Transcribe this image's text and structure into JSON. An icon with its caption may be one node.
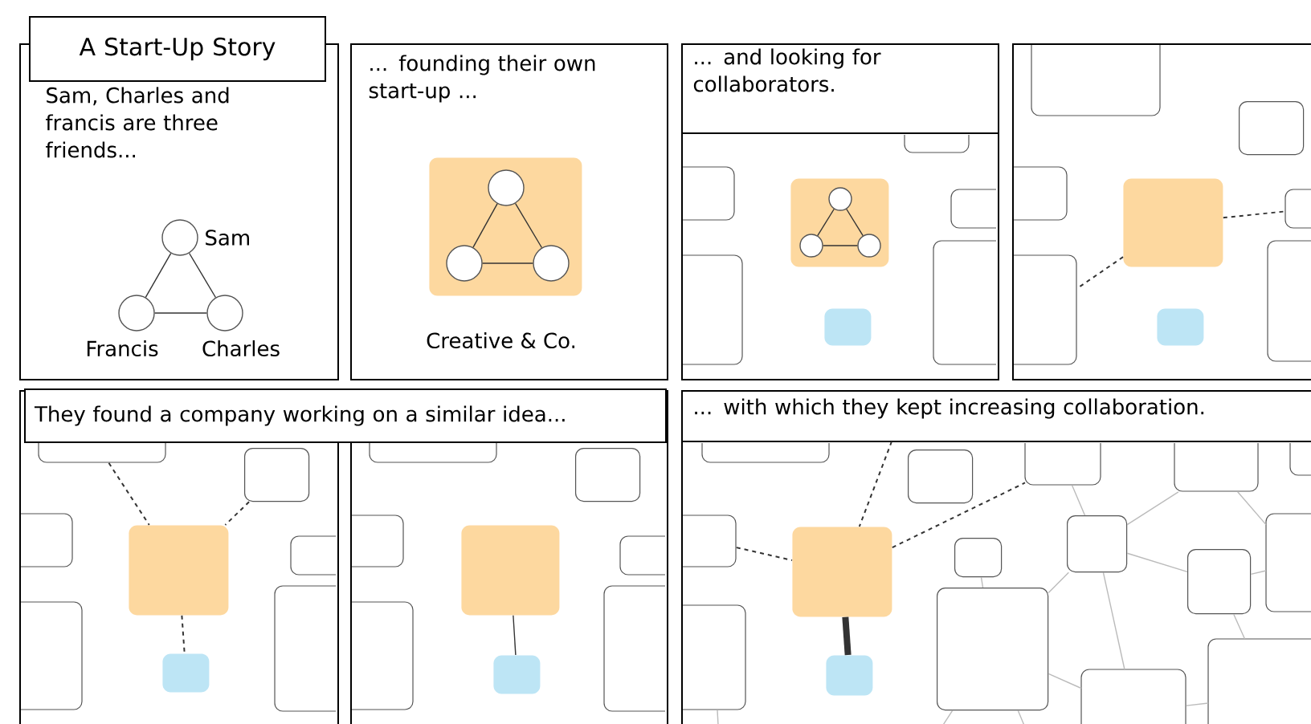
{
  "diagram": {
    "nodes": [
      {
        "text": [
          "A Start-Up Story"
        ]
      },
      {
        "text": [
          "Sam, Charles and francis are three friends..."
        ]
      },
      {
        "text": [],
        "shape": "circle",
        "in": 1,
        "beside": [
          "Sam"
        ]
      },
      {
        "text": [],
        "shape": "circle",
        "in": 1,
        "beside": [
          "Francis"
        ]
      },
      {
        "text": [],
        "shape": "circle",
        "in": 1,
        "beside": [
          "Charles"
        ]
      },
      {
        "text": [
          "... founding their own start-up ..."
        ]
      },
      {
        "text": [],
        "shape": "box",
        "in": 5,
        "beside": [
          "Creative & Co."
        ]
      },
      {
        "text": [],
        "shape": "circle",
        "in": 6
      },
      {
        "text": [],
        "shape": "circle",
        "in": 6
      },
      {
        "text": [],
        "shape": "circle",
        "in": 6
      },
      {
        "text": [
          "... and looking for collaborators."
        ]
      },
      {
        "text": [],
        "shape": "box",
        "in": 10
      },
      {
        "text": [],
        "shape": "box",
        "in": 10
      },
      {
        "text": [],
        "shape": "box",
        "in": 10
      },
      {
        "text": [],
        "shape": "box",
        "in": 10
      },
      {
        "text": [],
        "shape": "circle",
        "in": 14
      },
      {
        "text": [],
        "shape": "circle",
        "in": 14
      },
      {
        "text": [],
        "shape": "circle",
        "in": 14
      },
      {
        "text": [],
        "shape": "box",
        "in": 10
      },
      {
        "text": [],
        "shape": "box",
        "in": 10
      },
      {
        "text": [],
        "shape": "box",
        "in": 10
      },
      {
        "text": [],
        "shape": "box"
      },
      {
        "text": [],
        "shape": "box",
        "in": 21
      },
      {
        "text": [],
        "shape": "box",
        "in": 21
      },
      {
        "text": [],
        "shape": "box",
        "in": 21
      },
      {
        "text": [],
        "shape": "box",
        "in": 21
      },
      {
        "text": [],
        "shape": "box",
        "in": 21
      },
      {
        "text": [],
        "shape": "box",
        "in": 21
      },
      {
        "text": [],
        "shape": "box",
        "in": 21
      },
      {
        "text": [],
        "shape": "box",
        "in": 21
      },
      {
        "text": [
          "They found a company working on a similar idea..."
        ]
      },
      {
        "text": [],
        "shape": "box"
      },
      {
        "text": [],
        "shape": "box",
        "in": 31
      },
      {
        "text": [],
        "shape": "box",
        "in": 31
      },
      {
        "text": [],
        "shape": "box",
        "in": 31
      },
      {
        "text": [],
        "shape": "box",
        "in": 31
      },
      {
        "text": [],
        "shape": "box",
        "in": 31
      },
      {
        "text": [],
        "shape": "box",
        "in": 31
      },
      {
        "text": [],
        "shape": "box",
        "in": 31
      },
      {
        "text": [],
        "shape": "box",
        "in": 31
      },
      {
        "text": [],
        "shape": "box"
      },
      {
        "text": [],
        "shape": "box",
        "in": 40
      },
      {
        "text": [],
        "shape": "box",
        "in": 40
      },
      {
        "text": [],
        "shape": "box",
        "in": 40
      },
      {
        "text": [],
        "shape": "box",
        "in": 40
      },
      {
        "text": [],
        "shape": "box",
        "in": 40
      },
      {
        "text": [],
        "shape": "box",
        "in": 40
      },
      {
        "text": [],
        "shape": "box",
        "in": 40
      },
      {
        "text": [],
        "shape": "box",
        "in": 40
      },
      {
        "text": [
          "... with which they kept increasing collaboration."
        ]
      },
      {
        "text": [],
        "shape": "box",
        "in": 49
      },
      {
        "text": [],
        "shape": "box",
        "in": 49
      },
      {
        "text": [],
        "shape": "box",
        "in": 49
      },
      {
        "text": [],
        "shape": "box",
        "in": 49
      },
      {
        "text": [],
        "shape": "box",
        "in": 49
      },
      {
        "text": [],
        "shape": "box",
        "in": 49
      },
      {
        "text": [],
        "shape": "box",
        "in": 49
      },
      {
        "text": [],
        "shape": "box",
        "in": 49
      },
      {
        "text": [],
        "shape": "box",
        "in": 49
      },
      {
        "text": [],
        "shape": "box",
        "in": 49
      },
      {
        "text": [],
        "shape": "box",
        "in": 49
      },
      {
        "text": [],
        "shape": "box",
        "in": 49
      },
      {
        "text": [],
        "shape": "box",
        "in": 49
      },
      {
        "text": [],
        "shape": "box",
        "in": 49
      },
      {
        "text": [],
        "shape": "box",
        "in": 49
      },
      {
        "text": [],
        "shape": "box",
        "in": 49
      }
    ],
    "edges": [
      {
        "from": 2,
        "to": 3,
        "arrow": "none"
      },
      {
        "from": 2,
        "to": 4,
        "arrow": "none"
      },
      {
        "from": 3,
        "to": 4,
        "arrow": "none"
      },
      {
        "from": 7,
        "to": 8,
        "arrow": "none"
      },
      {
        "from": 7,
        "to": 9,
        "arrow": "none"
      },
      {
        "from": 8,
        "to": 9,
        "arrow": "none"
      },
      {
        "from": 15,
        "to": 16,
        "arrow": "none"
      },
      {
        "from": 15,
        "to": 17,
        "arrow": "none"
      },
      {
        "from": 16,
        "to": 17,
        "arrow": "none"
      },
      {
        "from": 26,
        "to": 25,
        "arrow": "none",
        "style": "dashed"
      },
      {
        "from": 26,
        "to": 28,
        "arrow": "none",
        "style": "dashed"
      },
      {
        "from": 32,
        "to": 36,
        "arrow": "none",
        "style": "dashed"
      },
      {
        "from": 33,
        "to": 36,
        "arrow": "none",
        "style": "dashed"
      },
      {
        "from": 36,
        "to": 39,
        "arrow": "none",
        "style": "dashed"
      },
      {
        "from": 45,
        "to": 48,
        "arrow": "none"
      },
      {
        "from": null,
        "to": 56,
        "arrow": "none",
        "style": "dashed"
      },
      {
        "from": 56,
        "to": 52,
        "arrow": "none",
        "style": "dashed"
      },
      {
        "from": 55,
        "to": 56,
        "arrow": "none",
        "style": "dashed"
      },
      {
        "from": 56,
        "to": 62,
        "arrow": "none",
        "style": "thick"
      },
      {
        "from": 52,
        "to": 58,
        "arrow": "none",
        "color": "#bbbbbb"
      },
      {
        "from": 53,
        "to": 58,
        "arrow": "none",
        "color": "#bbbbbb"
      },
      {
        "from": 53,
        "to": 60,
        "arrow": "none",
        "color": "#bbbbbb"
      },
      {
        "from": 58,
        "to": 59,
        "arrow": "none",
        "color": "#bbbbbb"
      },
      {
        "from": 58,
        "to": 61,
        "arrow": "none",
        "color": "#bbbbbb"
      },
      {
        "from": 58,
        "to": 64,
        "arrow": "none",
        "color": "#bbbbbb"
      },
      {
        "from": 57,
        "to": 61,
        "arrow": "none",
        "color": "#bbbbbb"
      },
      {
        "from": 61,
        "to": 64,
        "arrow": "none",
        "color": "#bbbbbb"
      },
      {
        "from": 59,
        "to": 60,
        "arrow": "none",
        "color": "#bbbbbb"
      },
      {
        "from": 59,
        "to": 65,
        "arrow": "none",
        "color": "#bbbbbb"
      },
      {
        "from": 64,
        "to": 65,
        "arrow": "none",
        "color": "#bbbbbb"
      },
      {
        "from": 61,
        "to": null,
        "arrow": "none",
        "color": "#bbbbbb"
      },
      {
        "from": 61,
        "to": null,
        "arrow": "none",
        "color": "#bbbbbb"
      },
      {
        "from": 63,
        "to": null,
        "arrow": "none",
        "color": "#bbbbbb"
      }
    ]
  }
}
